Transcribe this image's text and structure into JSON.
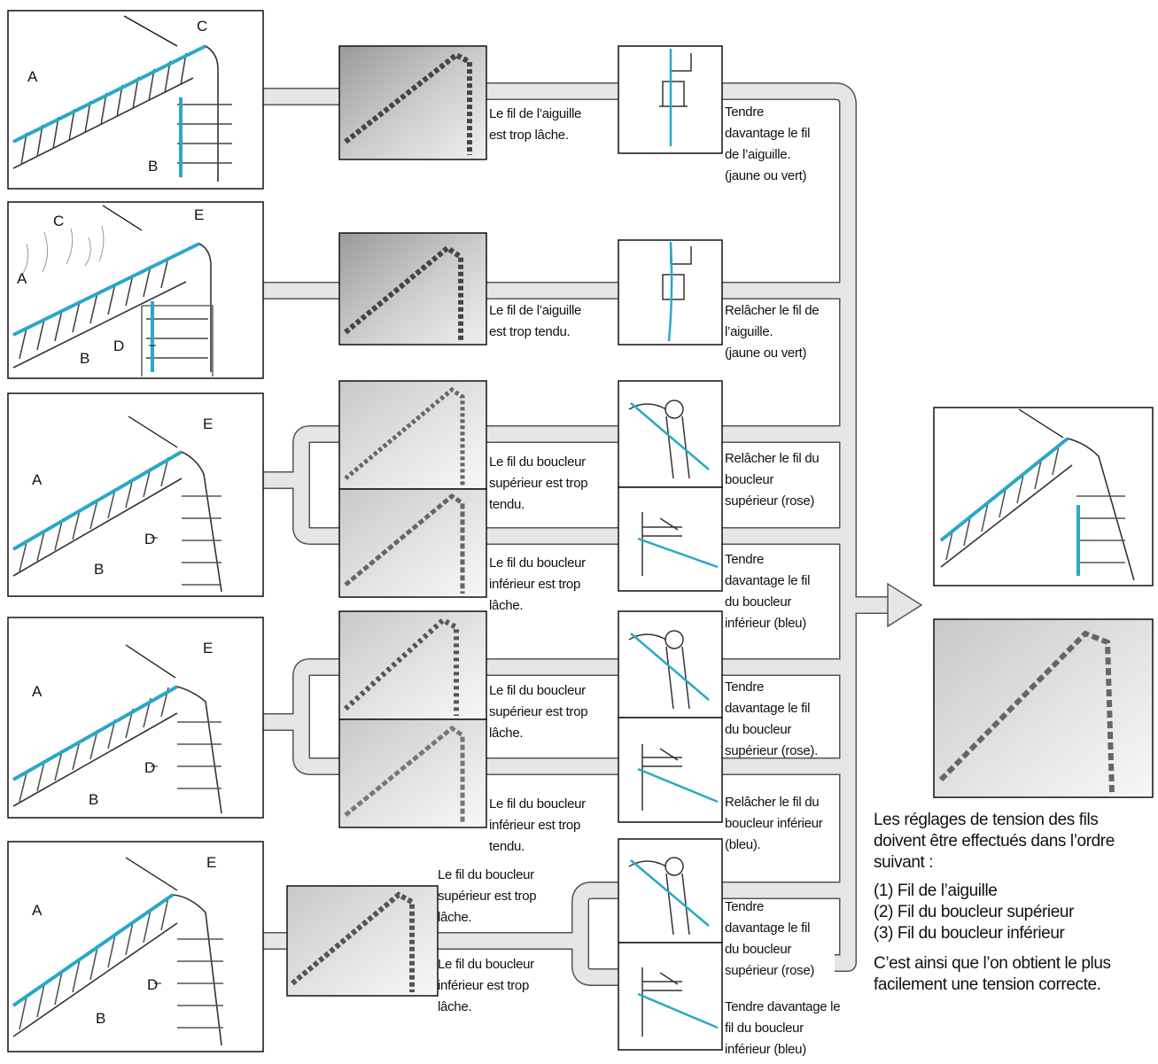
{
  "colors": {
    "thread_blue": "#29a8c8",
    "connector": "#e6e6e6",
    "connector_edge": "#555555"
  },
  "panels": [
    {
      "labels": [
        "A",
        "B",
        "C"
      ]
    },
    {
      "labels": [
        "A",
        "B",
        "C",
        "D",
        "E"
      ]
    },
    {
      "labels": [
        "A",
        "B",
        "D",
        "E"
      ]
    },
    {
      "labels": [
        "A",
        "B",
        "D",
        "E"
      ]
    },
    {
      "labels": [
        "A",
        "B",
        "D",
        "E"
      ]
    }
  ],
  "captions": {
    "c1": "Le fil de l’aiguille\nest trop lâche.",
    "c2": "Le fil de l’aiguille\nest trop tendu.",
    "c3": "Le fil du boucleur\nsupérieur est trop\ntendu.",
    "c4": "Le fil du boucleur\ninférieur est trop\nlâche.",
    "c5": "Le fil du boucleur\nsupérieur est trop\nlâche.",
    "c6": "Le fil du boucleur\ninférieur est trop\ntendu.",
    "c7": "Le fil du boucleur\nsupérieur est trop\nlâche.",
    "c8": "Le fil du boucleur\ninférieur est trop\nlâche."
  },
  "actions": {
    "a1": "Tendre\ndavantage le fil\nde l’aiguille.\n(jaune ou vert)",
    "a2": "Relâcher le fil de\nl’aiguille.\n(jaune ou vert)",
    "a3": "Relâcher le fil du\nboucleur\nsupérieur (rose)",
    "a4": "Tendre\ndavantage le fil\ndu boucleur\ninférieur (bleu)",
    "a5": "Tendre\ndavantage le fil\ndu boucleur\nsupérieur (rose).",
    "a6": "Relâcher le fil du\nboucleur inférieur\n(bleu).",
    "a7": "Tendre\ndavantage le fil\ndu boucleur\nsupérieur (rose)",
    "a8": "Tendre davantage le\nfil du boucleur\ninférieur (bleu)"
  },
  "note": {
    "heading": "Les réglages de tension des fils doivent être effectués dans l’ordre suivant :",
    "steps": [
      "(1) Fil de l’aiguille",
      "(2) Fil du boucleur supérieur",
      "(3) Fil du boucleur inférieur"
    ],
    "footer": "C’est ainsi que l’on obtient le plus facilement une tension correcte."
  }
}
